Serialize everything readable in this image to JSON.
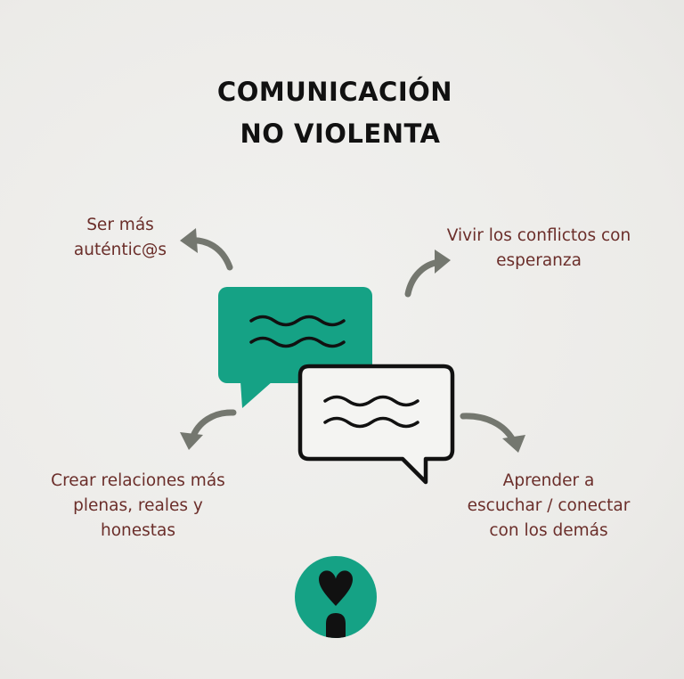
{
  "title": {
    "line1": "COMUNICACIÓN",
    "line2": "NO VIOLENTA"
  },
  "branches": {
    "top_left": {
      "line1": "Ser más",
      "line2": "auténtic@s"
    },
    "top_right": {
      "line1": "Vivir los conflictos con",
      "line2": "esperanza"
    },
    "bottom_left": {
      "line1": "Crear relaciones más",
      "line2": "plenas, reales y",
      "line3": "honestas"
    },
    "bottom_right": {
      "line1": "Aprender a",
      "line2": "escuchar / conectar",
      "line3": "con los demás"
    }
  },
  "colors": {
    "accent": "#15a285",
    "text": "#6b2e2a",
    "arrow": "#74776f",
    "title": "#111111"
  },
  "icons": {
    "center": "speech-bubbles-icon",
    "logo": "heart-person-logo-icon"
  }
}
